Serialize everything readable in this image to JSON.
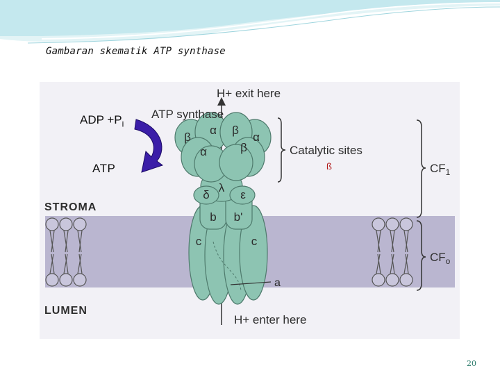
{
  "slide": {
    "title": "Gambaran skematik ATP synthase",
    "page_number": "20"
  },
  "figure": {
    "h_exit": "H+ exit here",
    "h_enter": "H+ enter here",
    "enzyme_label": "ATP synthase",
    "catalytic_sites": "Catalytic sites",
    "cf1": "CF",
    "cf1_sub": "1",
    "cfo": "CF",
    "cfo_sub": "o",
    "stroma": "STROMA",
    "lumen": "LUMEN",
    "subunit_a": "a",
    "alpha": "α",
    "beta": "β",
    "gamma": "λ",
    "delta": "δ",
    "epsilon": "ε",
    "b": "b",
    "b_prime": "b'",
    "c": "c"
  },
  "annotations": {
    "reactants": "ADP +P",
    "reactants_sub": "i",
    "product": "ATP",
    "beta_symbol": "ß"
  },
  "colors": {
    "protein": "#8dc4b2",
    "membrane": "#b9b5cf",
    "arrow": "#3b1ea8"
  }
}
